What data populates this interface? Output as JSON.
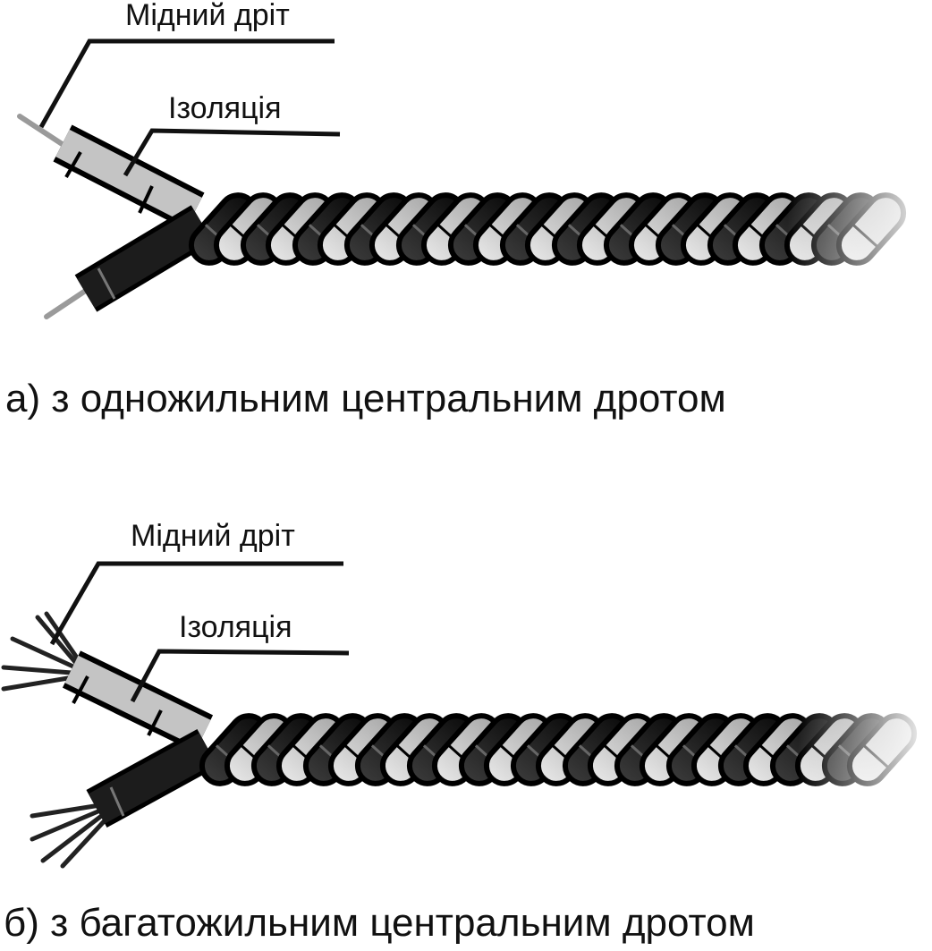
{
  "panels": [
    {
      "id": "a",
      "copper_label": "Мідний дріт",
      "insulation_label": "Ізоляція",
      "caption": "а) з одножильним центральним дротом",
      "core_type": "solid"
    },
    {
      "id": "b",
      "copper_label": "Мідний дріт",
      "insulation_label": "Ізоляція",
      "caption": "б) з багатожильним центральним дротом",
      "core_type": "stranded"
    }
  ],
  "colors": {
    "light_insulation": "#c4c4c4",
    "dark_insulation": "#1c1c1c",
    "outline": "#000000",
    "copper_wire": "#9a9a9a",
    "leader_line": "#111111",
    "background": "#ffffff"
  }
}
